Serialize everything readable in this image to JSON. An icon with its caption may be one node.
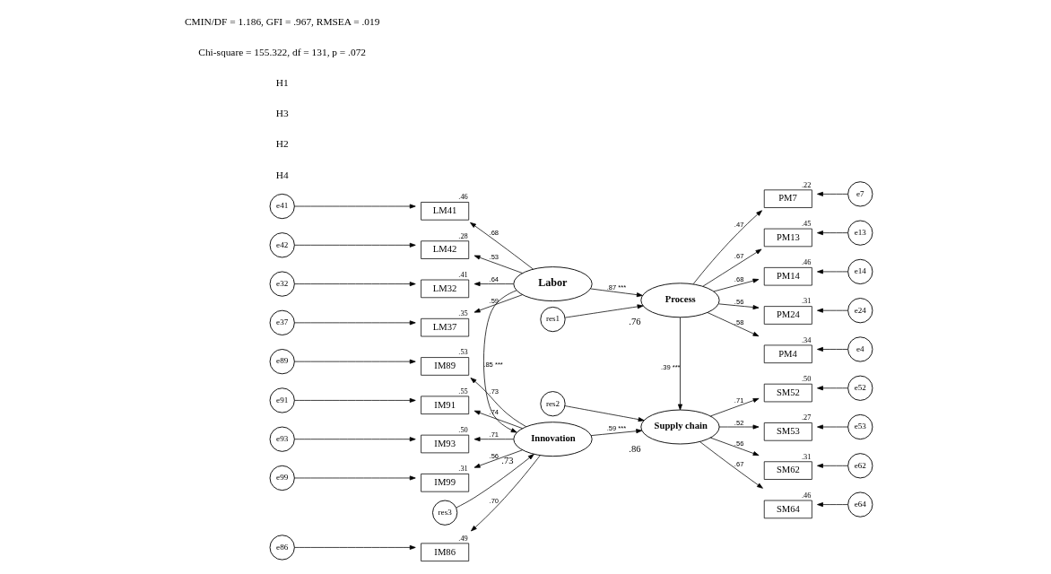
{
  "diagram": {
    "nodes": [
      {
        "text": [
          "Innovation"
        ],
        "beside": [
          ".73"
        ]
      },
      {
        "text": [
          "Supply chain"
        ],
        "beside": [
          ".86"
        ]
      },
      {
        "text": [
          "Labor"
        ]
      },
      {
        "text": [
          "Process"
        ],
        "beside": [
          ".76"
        ]
      },
      {
        "text": [
          "res3"
        ]
      },
      {
        "text": [
          "res2"
        ]
      },
      {
        "text": [
          "res1"
        ]
      },
      {
        "text": [
          "IM86"
        ],
        "beside": [
          ".49"
        ]
      },
      {
        "text": [
          "IM89"
        ],
        "beside": [
          ".53"
        ]
      },
      {
        "text": [
          "IM91"
        ],
        "beside": [
          ".55"
        ]
      },
      {
        "text": [
          "IM93"
        ],
        "beside": [
          ".50"
        ]
      },
      {
        "text": [
          "IM99"
        ],
        "beside": [
          ".31"
        ]
      },
      {
        "text": [
          "LM32"
        ],
        "beside": [
          ".41"
        ]
      },
      {
        "text": [
          "LM37"
        ],
        "beside": [
          ".35"
        ]
      },
      {
        "text": [
          "LM41"
        ],
        "beside": [
          ".46"
        ]
      },
      {
        "text": [
          "LM42"
        ],
        "beside": [
          ".28"
        ]
      },
      {
        "text": [
          "SM52"
        ],
        "beside": [
          ".50"
        ]
      },
      {
        "text": [
          "SM53"
        ],
        "beside": [
          ".27"
        ]
      },
      {
        "text": [
          "SM62"
        ],
        "beside": [
          ".31"
        ]
      },
      {
        "text": [
          "SM64"
        ],
        "beside": [
          ".46"
        ]
      },
      {
        "text": [
          "PM4"
        ],
        "beside": [
          ".34"
        ]
      },
      {
        "text": [
          "PM7"
        ],
        "beside": [
          ".22"
        ]
      },
      {
        "text": [
          "PM13"
        ],
        "beside": [
          ".45"
        ]
      },
      {
        "text": [
          "PM14"
        ],
        "beside": [
          ".46"
        ]
      },
      {
        "text": [
          "PM24"
        ],
        "beside": [
          ".31"
        ]
      },
      {
        "text": [
          "e86"
        ]
      },
      {
        "text": [
          "e89"
        ]
      },
      {
        "text": [
          "e91"
        ]
      },
      {
        "text": [
          "e93"
        ]
      },
      {
        "text": [
          "e99"
        ]
      },
      {
        "text": [
          "e32"
        ]
      },
      {
        "text": [
          "e37"
        ]
      },
      {
        "text": [
          "e41"
        ]
      },
      {
        "text": [
          "e42"
        ]
      },
      {
        "text": [
          "e52"
        ]
      },
      {
        "text": [
          "e53"
        ]
      },
      {
        "text": [
          "e62"
        ]
      },
      {
        "text": [
          "e64"
        ]
      },
      {
        "text": [
          "e4"
        ]
      },
      {
        "text": [
          "e7"
        ]
      },
      {
        "text": [
          "e13"
        ]
      },
      {
        "text": [
          "e14"
        ]
      },
      {
        "text": [
          "e24"
        ]
      }
    ],
    "edges": [
      {
        "from": 0,
        "to": 1,
        "arrow": "to",
        "label": ".59 ***"
      },
      {
        "from": 2,
        "to": 0,
        "arrow": "to",
        "label": ".85 ***"
      },
      {
        "from": 3,
        "to": 1,
        "arrow": "to",
        "label": ".39 ***"
      },
      {
        "from": 2,
        "to": 3,
        "arrow": "to",
        "label": ".87 ***"
      },
      {
        "from": 4,
        "to": 0,
        "arrow": "to"
      },
      {
        "from": 5,
        "to": 1,
        "arrow": "to"
      },
      {
        "from": 6,
        "to": 3,
        "arrow": "to"
      },
      {
        "from": 0,
        "to": 7,
        "arrow": "to",
        "label": ".70"
      },
      {
        "from": 0,
        "to": 8,
        "arrow": "to",
        "label": ".73"
      },
      {
        "from": 0,
        "to": 9,
        "arrow": "to",
        "label": ".74"
      },
      {
        "from": 0,
        "to": 10,
        "arrow": "to",
        "label": ".71"
      },
      {
        "from": 0,
        "to": 11,
        "arrow": "to",
        "label": ".56"
      },
      {
        "from": 2,
        "to": 12,
        "arrow": "to",
        "label": ".64"
      },
      {
        "from": 2,
        "to": 13,
        "arrow": "to",
        "label": ".59"
      },
      {
        "from": 2,
        "to": 14,
        "arrow": "to",
        "label": ".68"
      },
      {
        "from": 2,
        "to": 15,
        "arrow": "to",
        "label": ".53"
      },
      {
        "from": 1,
        "to": 16,
        "arrow": "to",
        "label": ".71"
      },
      {
        "from": 1,
        "to": 17,
        "arrow": "to",
        "label": ".52"
      },
      {
        "from": 1,
        "to": 18,
        "arrow": "to",
        "label": ".56"
      },
      {
        "from": 1,
        "to": 19,
        "arrow": "to",
        "label": ".67"
      },
      {
        "from": 3,
        "to": 20,
        "arrow": "to",
        "label": ".58"
      },
      {
        "from": 3,
        "to": 21,
        "arrow": "to",
        "label": ".47"
      },
      {
        "from": 3,
        "to": 22,
        "arrow": "to",
        "label": ".67"
      },
      {
        "from": 3,
        "to": 23,
        "arrow": "to",
        "label": ".68"
      },
      {
        "from": 3,
        "to": 24,
        "arrow": "to",
        "label": ".56"
      },
      {
        "from": 25,
        "to": 7,
        "arrow": "to"
      },
      {
        "from": 26,
        "to": 8,
        "arrow": "to"
      },
      {
        "from": 27,
        "to": 9,
        "arrow": "to"
      },
      {
        "from": 28,
        "to": 10,
        "arrow": "to"
      },
      {
        "from": 29,
        "to": 11,
        "arrow": "to"
      },
      {
        "from": 30,
        "to": 12,
        "arrow": "to"
      },
      {
        "from": 31,
        "to": 13,
        "arrow": "to"
      },
      {
        "from": 32,
        "to": 14,
        "arrow": "to"
      },
      {
        "from": 33,
        "to": 15,
        "arrow": "to"
      },
      {
        "from": 34,
        "to": 16,
        "arrow": "to"
      },
      {
        "from": 35,
        "to": 17,
        "arrow": "to"
      },
      {
        "from": 36,
        "to": 18,
        "arrow": "to"
      },
      {
        "from": 37,
        "to": 19,
        "arrow": "to"
      },
      {
        "from": 38,
        "to": 20,
        "arrow": "to"
      },
      {
        "from": 39,
        "to": 21,
        "arrow": "to"
      },
      {
        "from": 40,
        "to": 22,
        "arrow": "to"
      },
      {
        "from": 41,
        "to": 23,
        "arrow": "to"
      },
      {
        "from": 42,
        "to": 24,
        "arrow": "to"
      }
    ],
    "labels": [
      "H4",
      "H2",
      "H3",
      "H1",
      "Chi-square = 155.322, df = 131, p = .072",
      "CMIN/DF = 1.186, GFI = .967, RMSEA = .019"
    ]
  }
}
